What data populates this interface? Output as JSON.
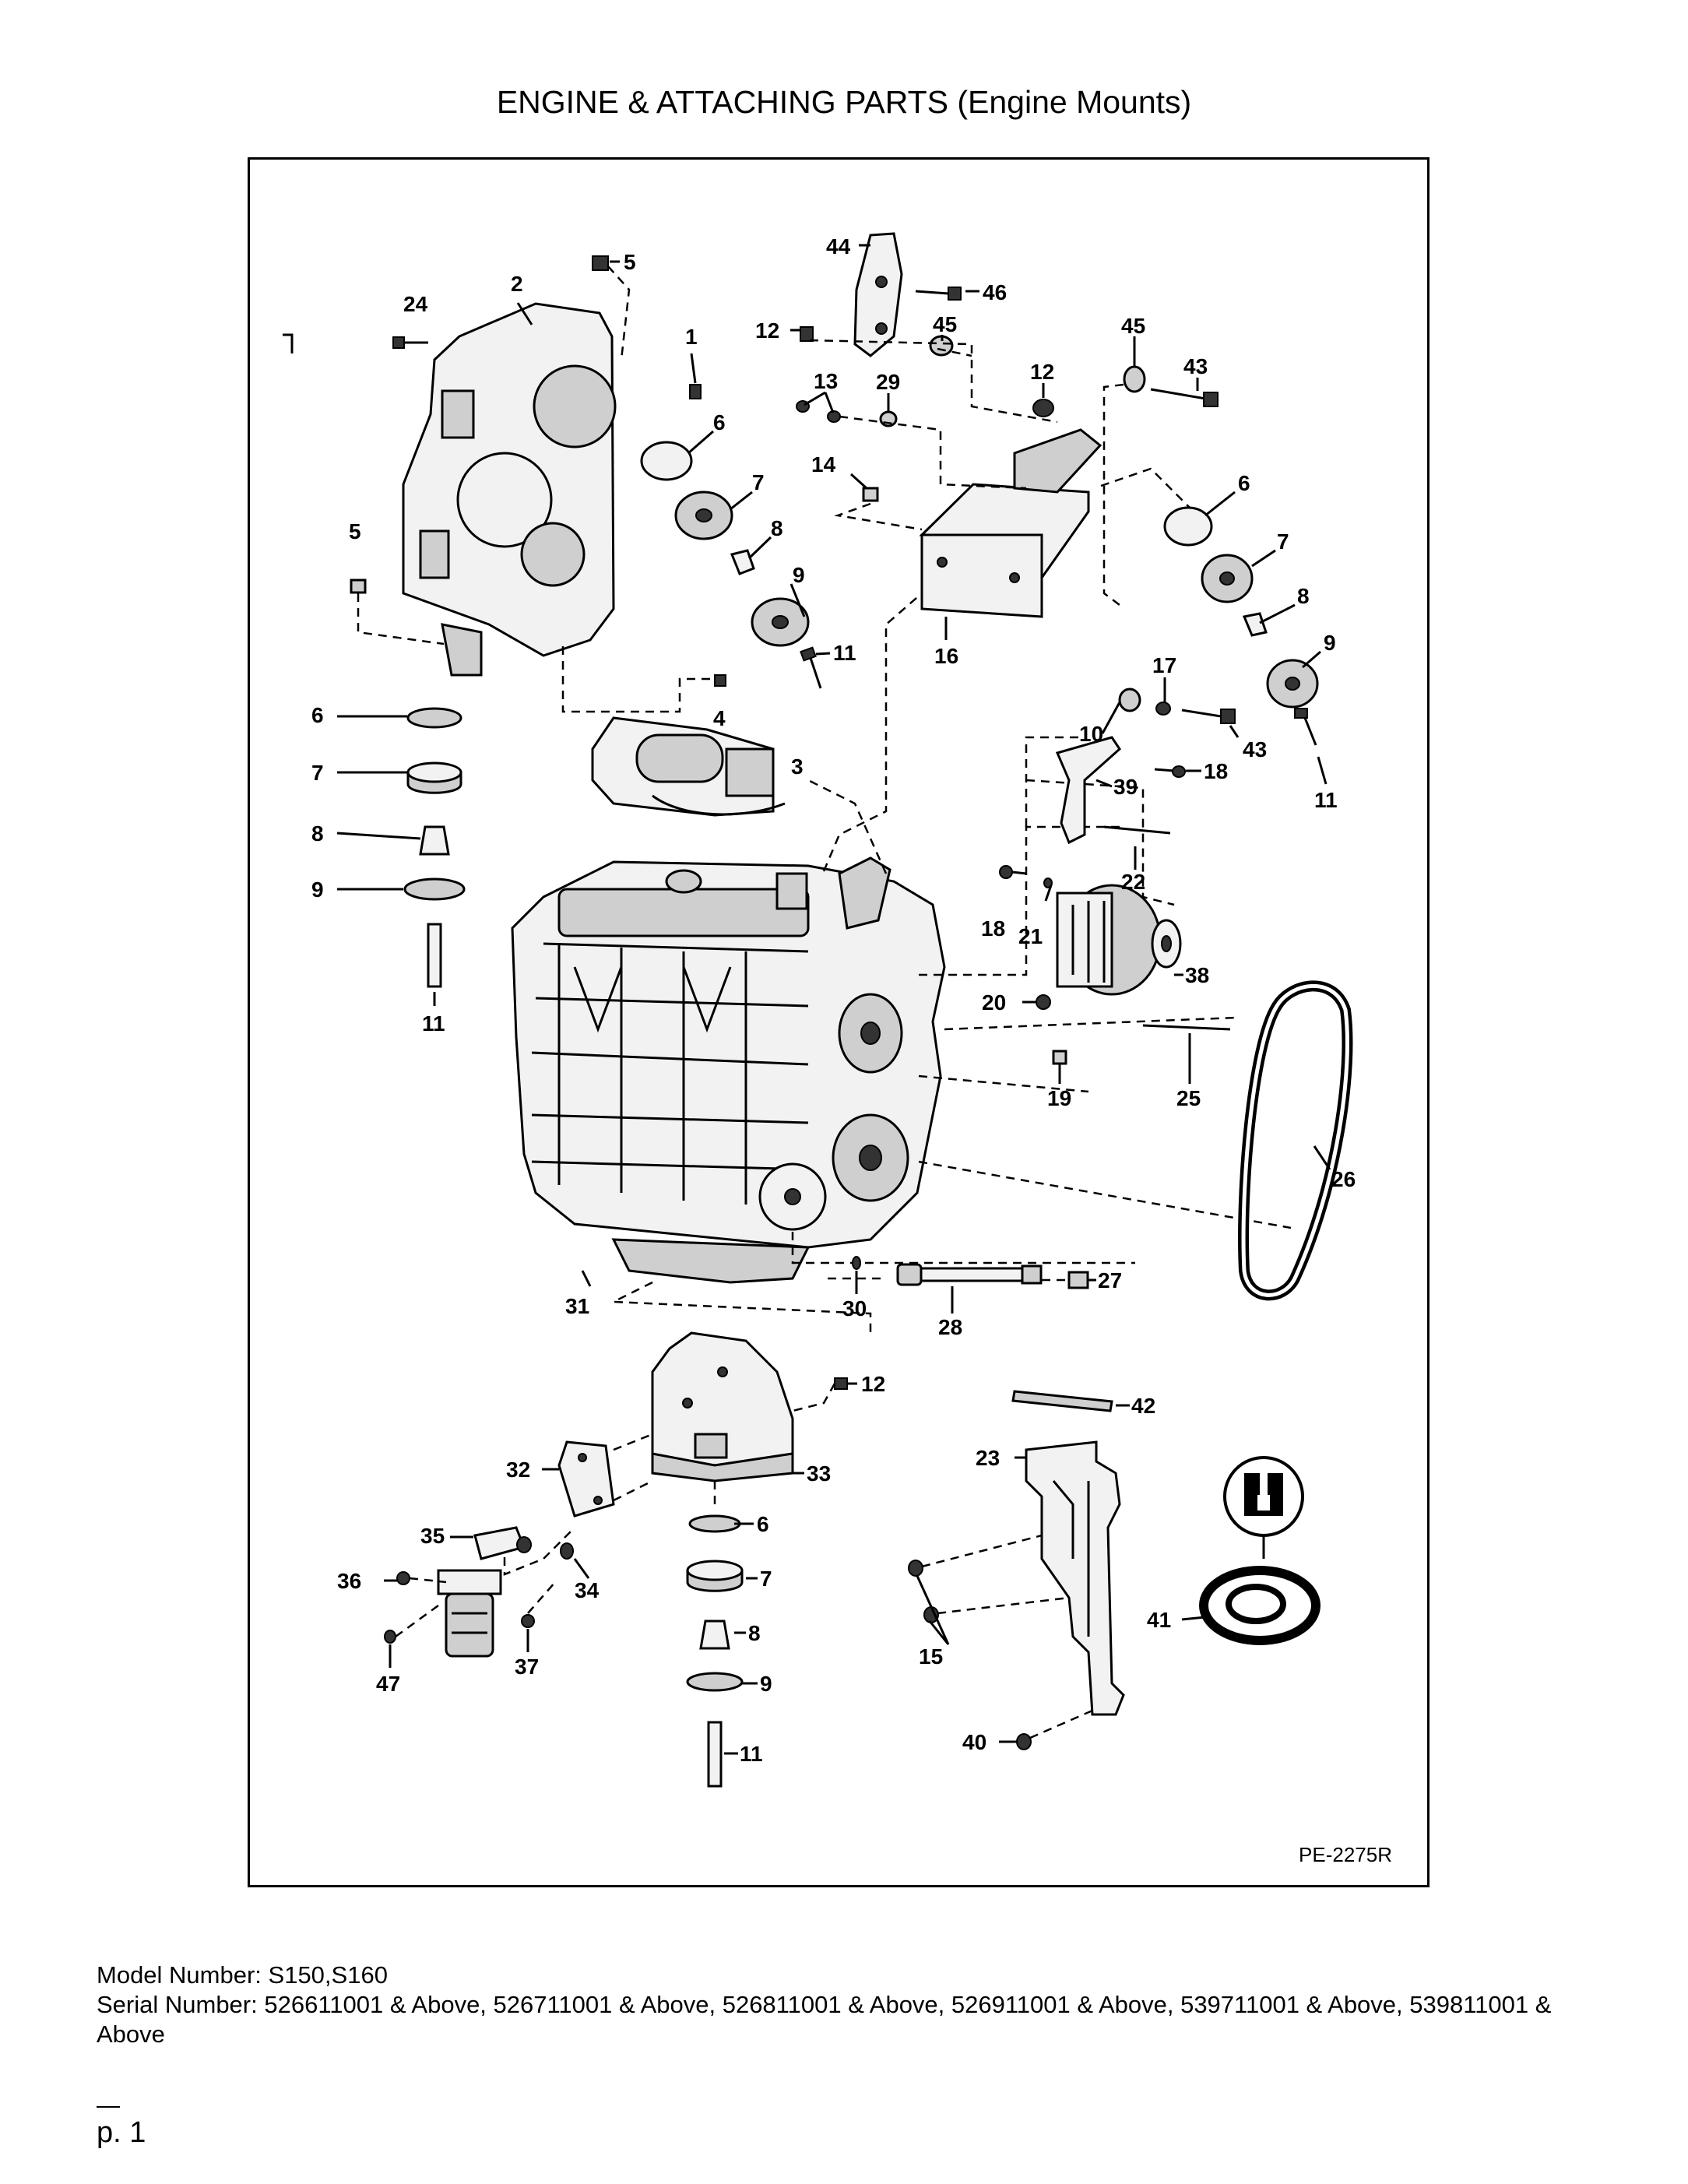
{
  "title": "ENGINE & ATTACHING PARTS (Engine Mounts)",
  "diagram_ref": "PE-2275R",
  "part_labels": [
    "1",
    "2",
    "3",
    "4",
    "5",
    "6",
    "7",
    "8",
    "9",
    "10",
    "11",
    "12",
    "13",
    "14",
    "15",
    "16",
    "17",
    "18",
    "19",
    "20",
    "21",
    "22",
    "23",
    "24",
    "25",
    "26",
    "27",
    "28",
    "29",
    "30",
    "31",
    "32",
    "33",
    "34",
    "35",
    "36",
    "37",
    "38",
    "39",
    "40",
    "41",
    "42",
    "43",
    "44",
    "45",
    "46",
    "47"
  ],
  "model_line": "Model Number: S150,S160",
  "serial_line": "Serial Number: 526611001 & Above, 526711001 & Above, 526811001 & Above, 526911001 & Above, 539711001 & Above, 539811001 & Above",
  "page_number": "p. 1"
}
